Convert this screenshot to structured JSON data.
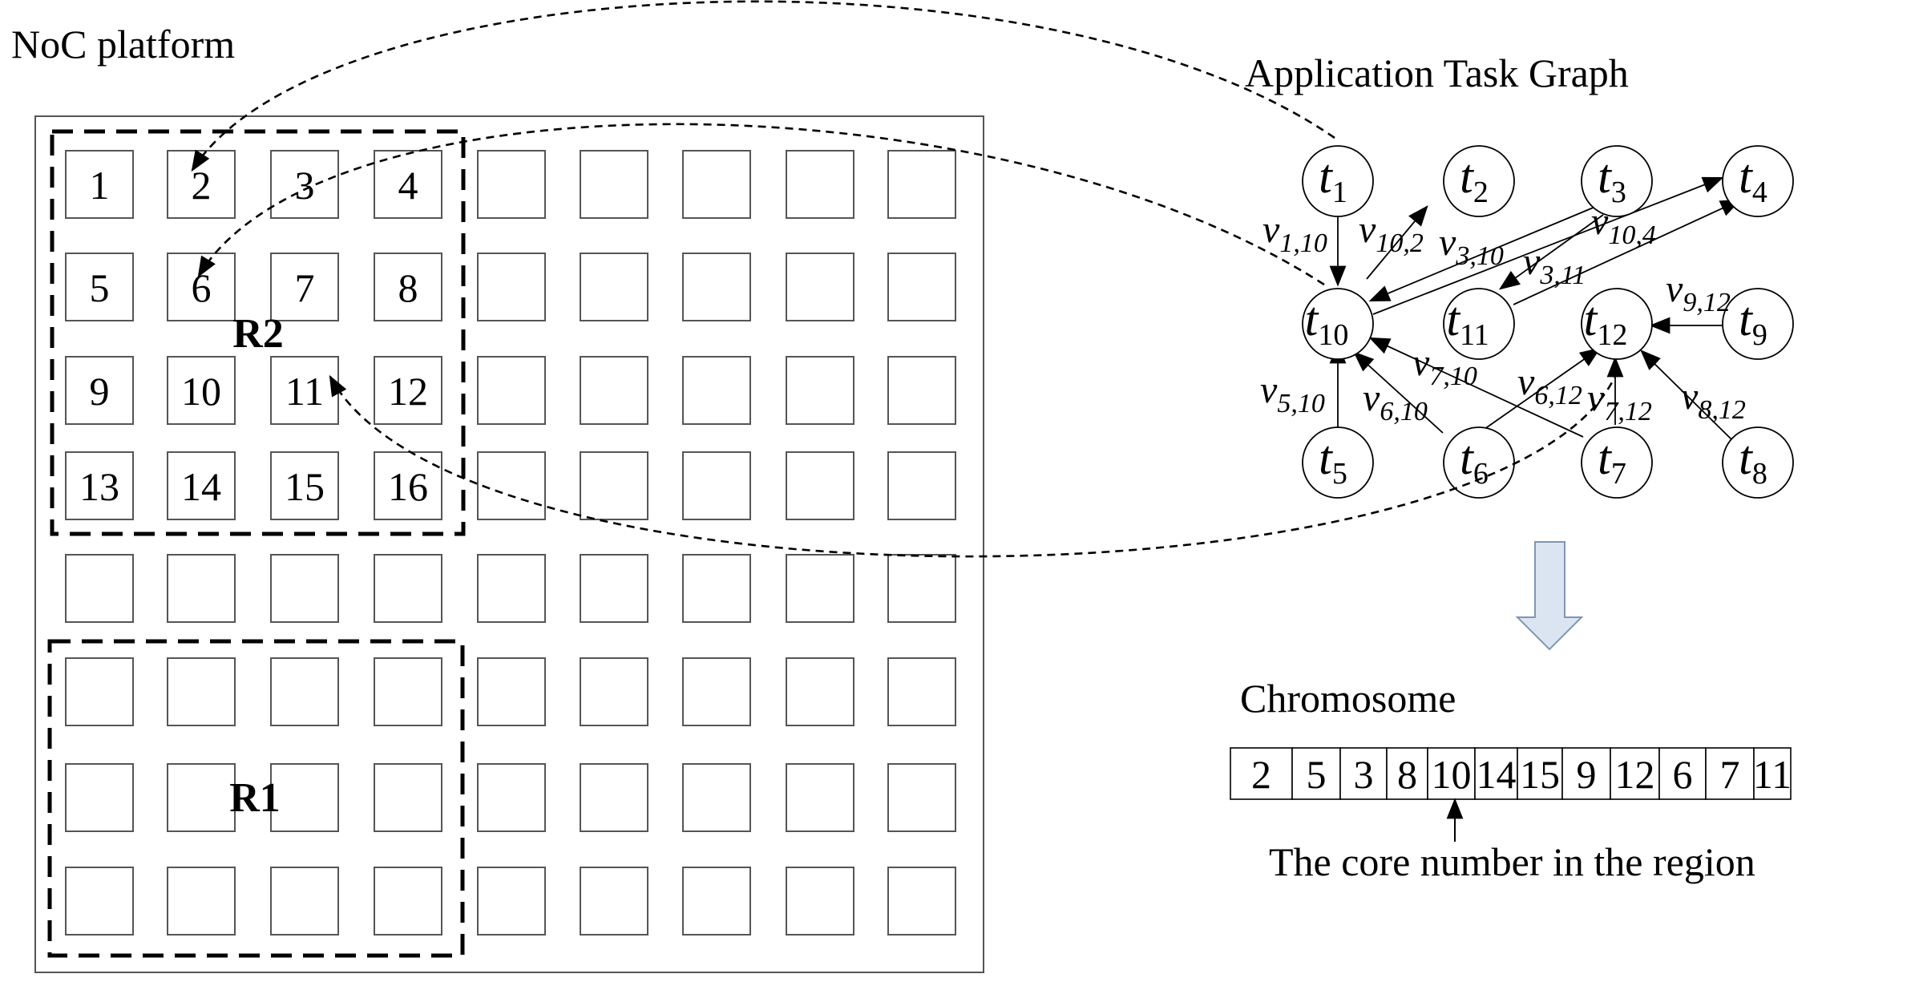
{
  "titles": {
    "noc_platform": "NoC platform",
    "task_graph": "Application Task Graph",
    "chromosome": "Chromosome",
    "core_note": "The core number in the region"
  },
  "regions": [
    {
      "id": "R2",
      "label": "R2"
    },
    {
      "id": "R1",
      "label": "R1"
    }
  ],
  "grid": {
    "rows": 8,
    "cols": 9,
    "numbered": [
      [
        "1",
        "2",
        "3",
        "4"
      ],
      [
        "5",
        "6",
        "7",
        "8"
      ],
      [
        "9",
        "10",
        "11",
        "12"
      ],
      [
        "13",
        "14",
        "15",
        "16"
      ]
    ]
  },
  "tasks": [
    {
      "id": "t1",
      "sym": "t",
      "sub": "1"
    },
    {
      "id": "t2",
      "sym": "t",
      "sub": "2"
    },
    {
      "id": "t3",
      "sym": "t",
      "sub": "3"
    },
    {
      "id": "t4",
      "sym": "t",
      "sub": "4"
    },
    {
      "id": "t10",
      "sym": "t",
      "sub": "10"
    },
    {
      "id": "t11",
      "sym": "t",
      "sub": "11"
    },
    {
      "id": "t12",
      "sym": "t",
      "sub": "12"
    },
    {
      "id": "t9",
      "sym": "t",
      "sub": "9"
    },
    {
      "id": "t5",
      "sym": "t",
      "sub": "5"
    },
    {
      "id": "t6",
      "sym": "t",
      "sub": "6"
    },
    {
      "id": "t7",
      "sym": "t",
      "sub": "7"
    },
    {
      "id": "t8",
      "sym": "t",
      "sub": "8"
    }
  ],
  "edges": [
    {
      "from": "t1",
      "to": "t10",
      "sym": "v",
      "sub": "1,10"
    },
    {
      "from": "t10",
      "to": "t2",
      "sym": "v",
      "sub": "10,2"
    },
    {
      "from": "t3",
      "to": "t10",
      "sym": "v",
      "sub": "3,10"
    },
    {
      "from": "t10",
      "to": "t4",
      "sym": "v",
      "sub": "10,4"
    },
    {
      "from": "t3",
      "to": "t11",
      "sym": "v",
      "sub": "3,11"
    },
    {
      "from": "t11",
      "to": "t4",
      "sym": "v",
      "sub": ""
    },
    {
      "from": "t9",
      "to": "t12",
      "sym": "v",
      "sub": "9,12"
    },
    {
      "from": "t5",
      "to": "t10",
      "sym": "v",
      "sub": "5,10"
    },
    {
      "from": "t6",
      "to": "t10",
      "sym": "v",
      "sub": "6,10"
    },
    {
      "from": "t7",
      "to": "t10",
      "sym": "v",
      "sub": "7,10"
    },
    {
      "from": "t6",
      "to": "t12",
      "sym": "v",
      "sub": "6,12"
    },
    {
      "from": "t7",
      "to": "t12",
      "sym": "v",
      "sub": "7,12"
    },
    {
      "from": "t8",
      "to": "t12",
      "sym": "v",
      "sub": "8,12"
    }
  ],
  "chromosome": [
    "2",
    "5",
    "3",
    "8",
    "10",
    "14",
    "15",
    "9",
    "12",
    "6",
    "7",
    "11"
  ],
  "colors": {
    "stroke": "#000000",
    "cell_border": "#555555",
    "down_arrow_fill": "#dbe5f1",
    "down_arrow_stroke": "#7f96b3"
  }
}
